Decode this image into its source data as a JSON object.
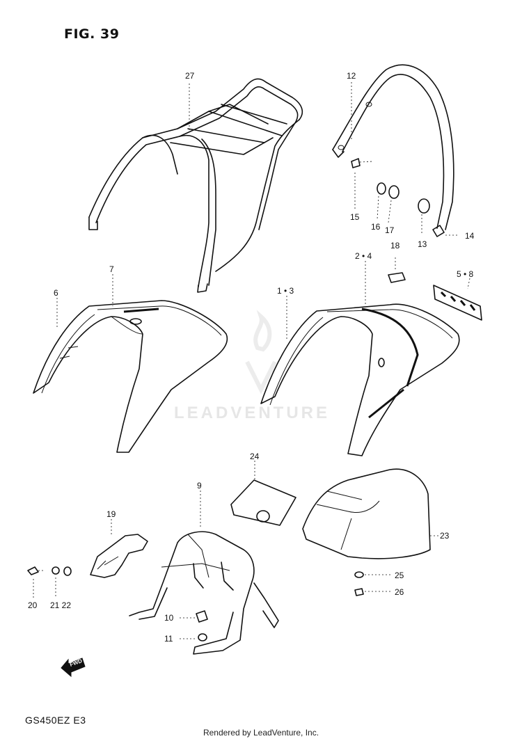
{
  "figure": {
    "title": "FIG. 39",
    "model": "GS450EZ  E3"
  },
  "watermark": {
    "text": "LEADVENTURE"
  },
  "footer": {
    "text": "Rendered by LeadVenture, Inc."
  },
  "fwd_text": "FWD",
  "callouts": {
    "c27": "27",
    "c12": "12",
    "c15": "15",
    "c16": "16",
    "c17": "17",
    "c13": "13",
    "c14": "14",
    "c18": "18",
    "c2_4": "2 • 4",
    "c5_8": "5 • 8",
    "c7": "7",
    "c6": "6",
    "c1_3": "1 • 3",
    "c24": "24",
    "c9": "9",
    "c19": "19",
    "c23": "23",
    "c25": "25",
    "c26": "26",
    "c20": "20",
    "c21_22": "21  22",
    "c10": "10",
    "c11": "11"
  },
  "colors": {
    "line": "#111111",
    "watermark": "#e6e6e6"
  }
}
